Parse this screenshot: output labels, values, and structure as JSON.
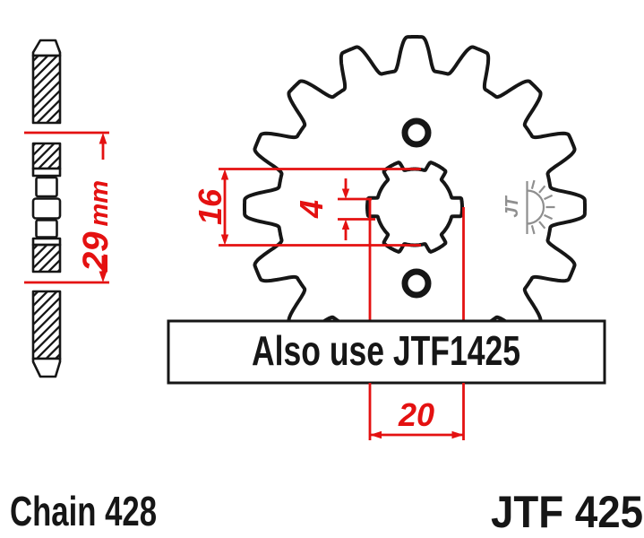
{
  "labels": {
    "chain": "Chain 428",
    "part_number": "JTF 425",
    "note": "Also use JTF1425"
  },
  "dimensions": {
    "hub_width_value": "29",
    "hub_width_unit": "mm",
    "bore_diameter": "16",
    "spline_groove_width": "4",
    "spline_outer_diameter": "20"
  },
  "logo": {
    "letters": "JT"
  },
  "colors": {
    "dimension_red": "#e41111",
    "line_black": "#161616",
    "logo_gray": "#8f8f8f"
  }
}
